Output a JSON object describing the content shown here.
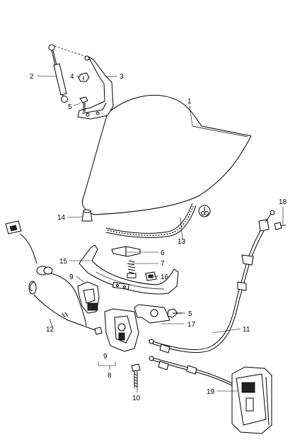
{
  "callouts": {
    "c1": "1",
    "c2": "2",
    "c3": "3",
    "c4": "4",
    "c5a": "5",
    "c5b": "5",
    "c6": "6",
    "c7": "7",
    "c8": "8",
    "c9a": "9",
    "c9b": "9",
    "c10": "10",
    "c11": "11",
    "c12": "12",
    "c13": "13",
    "c14": "14",
    "c15": "15",
    "c16": "16",
    "c17": "17",
    "c18": "18",
    "c19": "19"
  }
}
